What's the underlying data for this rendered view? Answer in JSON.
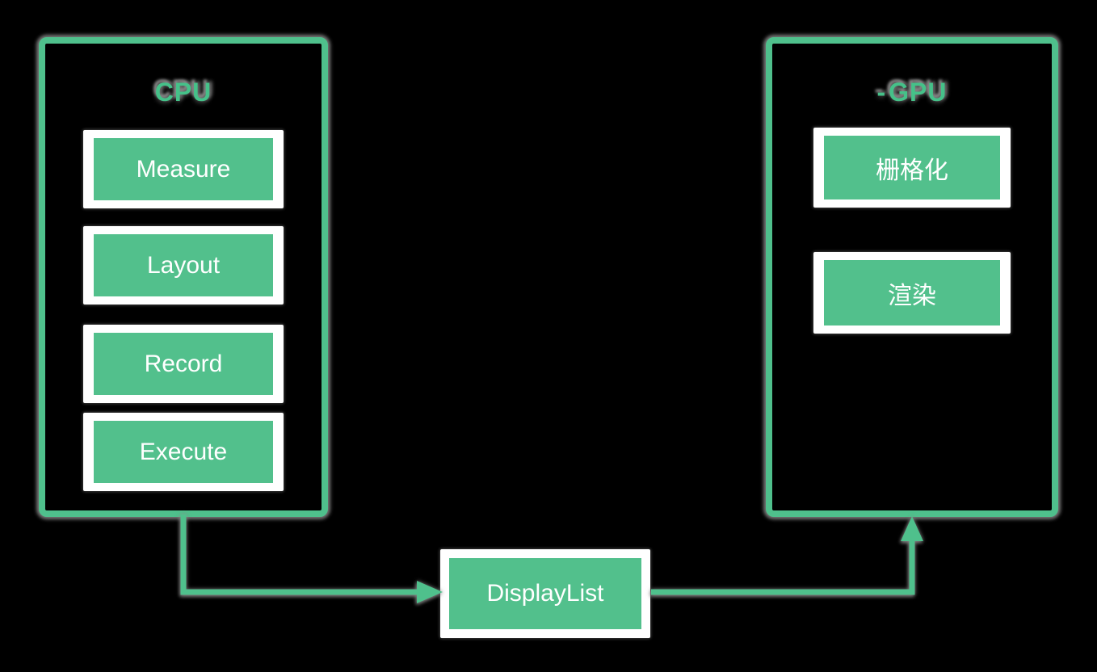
{
  "diagram": {
    "background_color": "#000000",
    "accent_green": "#4fc08c",
    "node_fill_green": "#52c08c",
    "shadow_gray": "#8a8a8a",
    "node_text_color": "#ffffff"
  },
  "cpu_panel": {
    "title": "CPU",
    "steps": [
      {
        "label": "Measure"
      },
      {
        "label": "Layout"
      },
      {
        "label": "Record"
      },
      {
        "label": "Execute"
      }
    ]
  },
  "gpu_panel": {
    "title": "GPU",
    "title_dash": "-",
    "steps": [
      {
        "label": "栅格化"
      },
      {
        "label": "渲染"
      }
    ]
  },
  "display_list": {
    "label": "DisplayList"
  }
}
